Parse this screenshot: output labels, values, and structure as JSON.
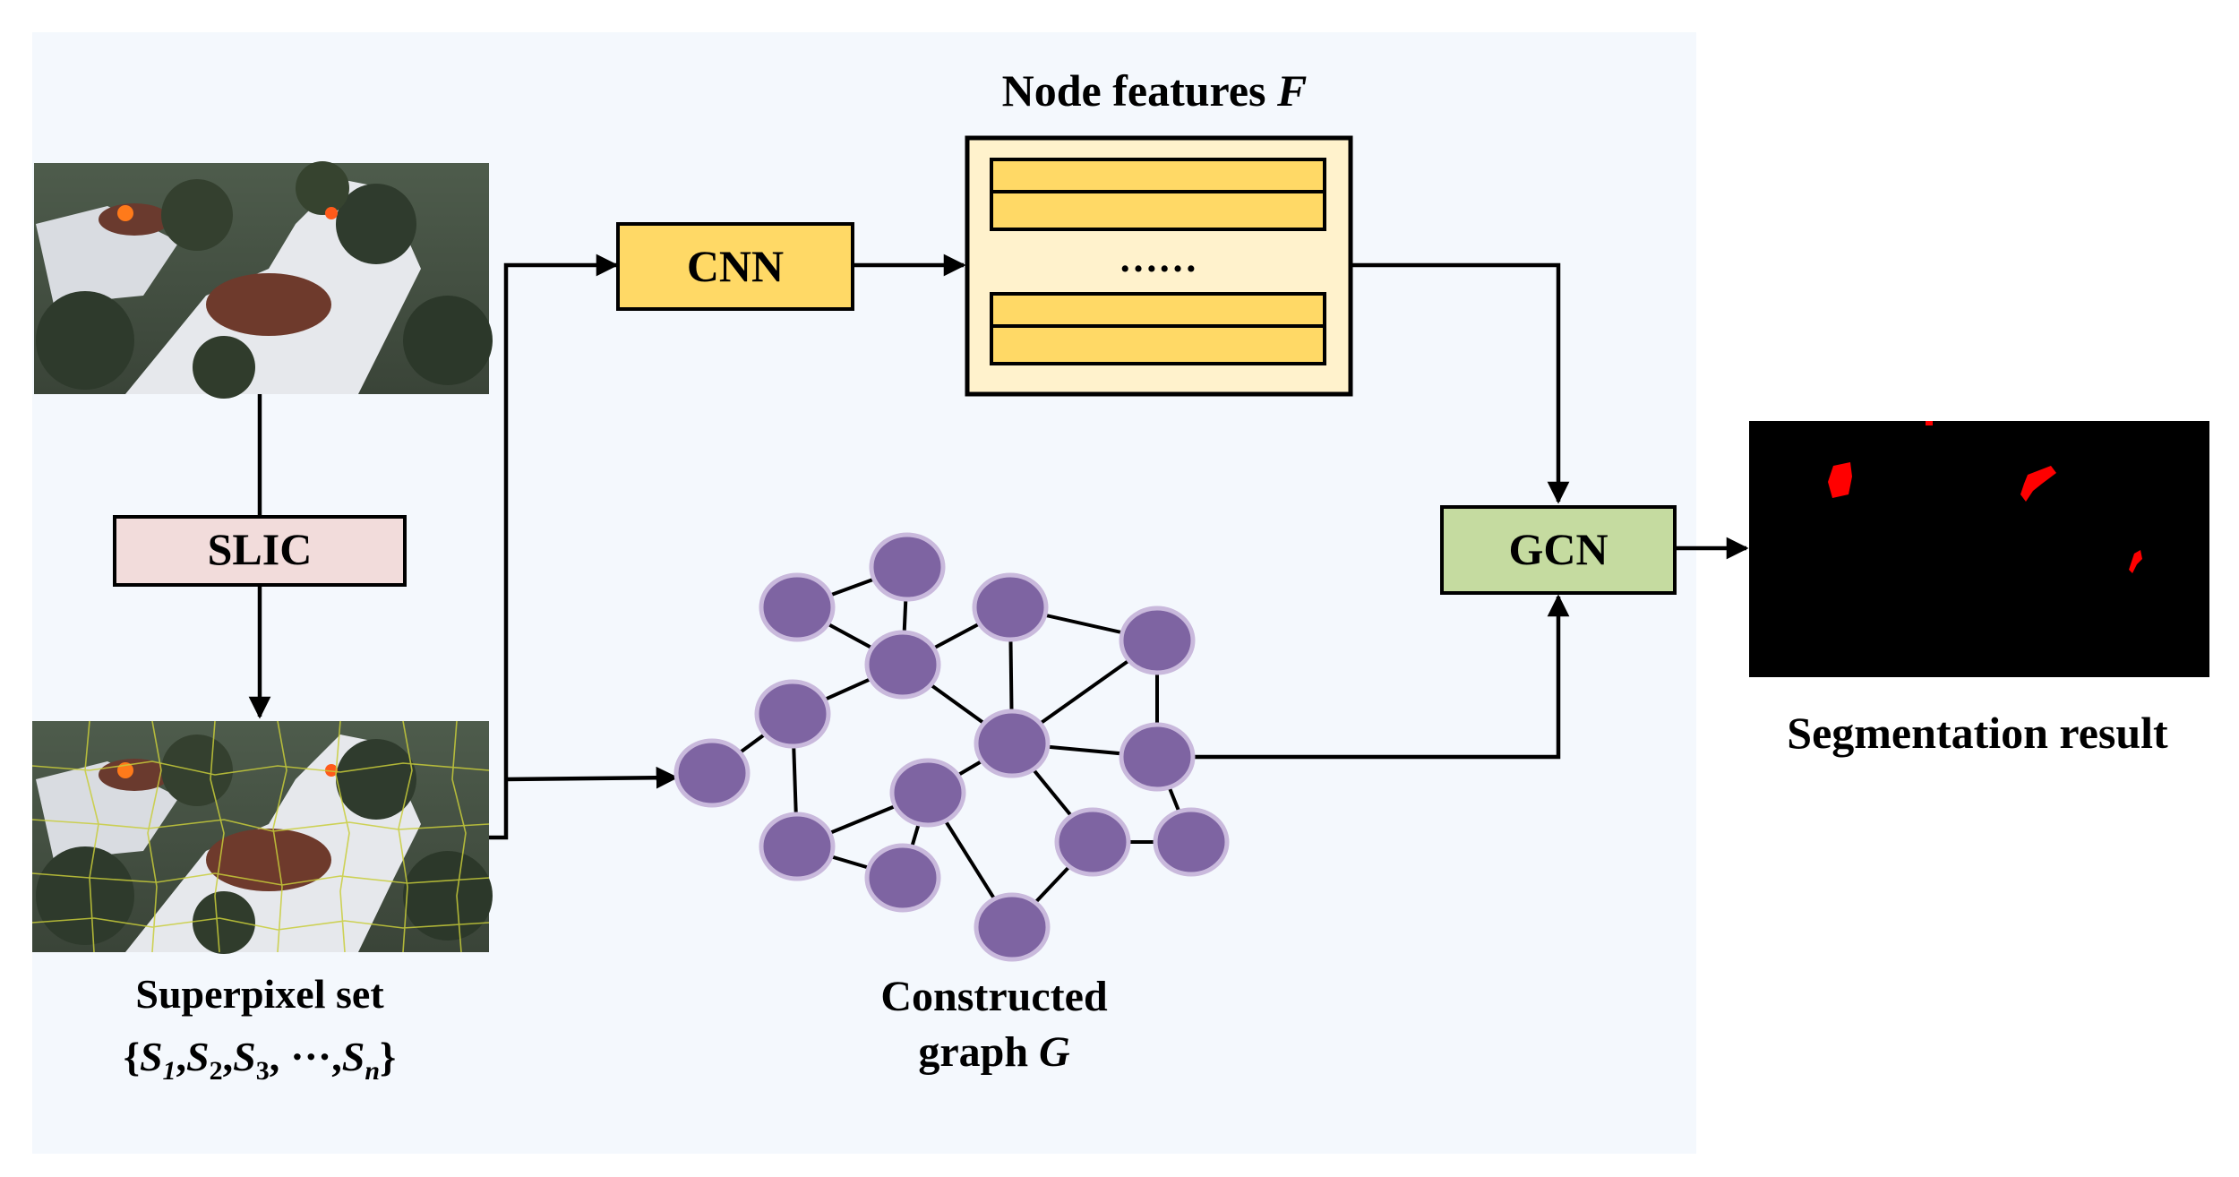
{
  "labels": {
    "slic": "SLIC",
    "cnn": "CNN",
    "gcn": "GCN",
    "node_features_prefix": "Node features ",
    "node_features_symbol": "F",
    "ellipsis": "……",
    "superpixel_set": "Superpixel set",
    "set_open": "{",
    "s": "S",
    "sub_1": "1",
    "sub_2": "2",
    "sub_3": "3",
    "sub_n": "n",
    "comma": ",",
    "dots": "···",
    "set_close": "}",
    "constructed": "Constructed",
    "graph_prefix": "graph ",
    "graph_symbol": "G",
    "segmentation_result": "Segmentation result"
  },
  "colors": {
    "panel_bg": "#f4f8fd",
    "slic_box": "#f2dcdb",
    "cnn_box": "#ffd966",
    "features_panel": "#fff2cc",
    "gcn_box": "#c5dba0",
    "graph_node": "#7e64a2",
    "segmentation_bg": "#000000",
    "fire_mask": "#ff0000"
  }
}
